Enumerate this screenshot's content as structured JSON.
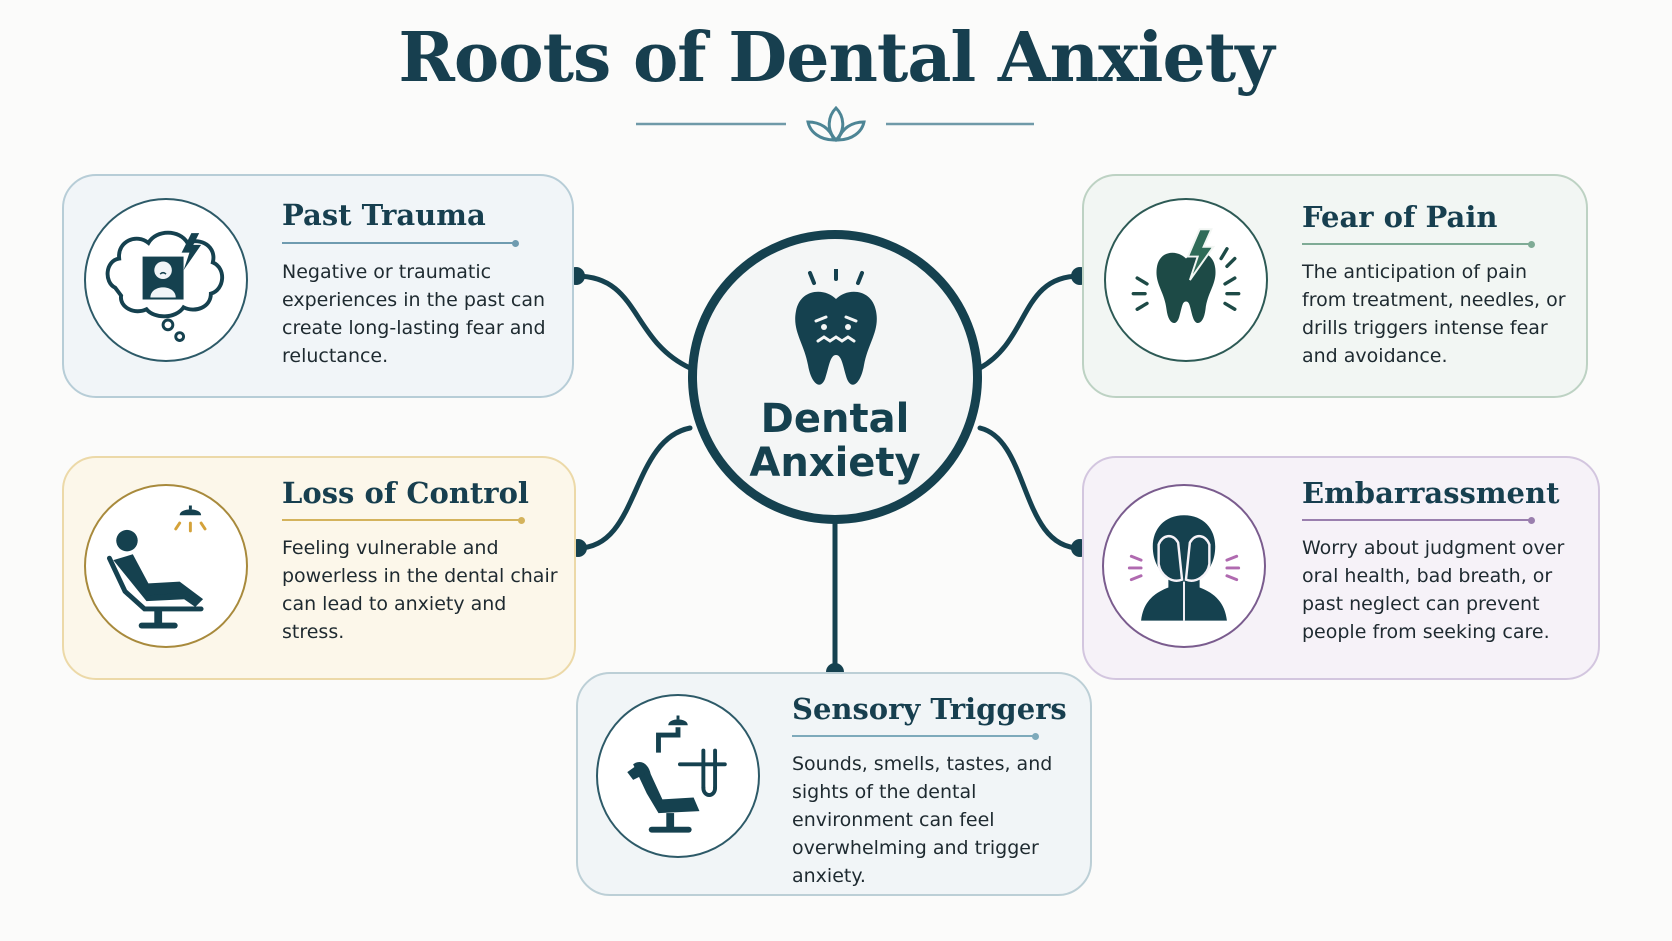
{
  "title": "Roots of Dental Anxiety",
  "hub": {
    "icon": "worried-tooth-icon",
    "line1": "Dental",
    "line2": "Anxiety"
  },
  "cards": {
    "past_trauma": {
      "title": "Past Trauma",
      "text": "Negative or traumatic experiences in the past can create long-lasting fear and reluctance.",
      "icon": "thought-bubble-trauma-icon",
      "accent": "#6f9bb0"
    },
    "fear_of_pain": {
      "title": "Fear of Pain",
      "text": "The anticipation of pain from treatment, needles, or drills triggers intense fear and avoidance.",
      "icon": "painful-tooth-icon",
      "accent": "#7fab95"
    },
    "loss_of_control": {
      "title": "Loss of Control",
      "text": "Feeling vulnerable and powerless in the dental chair can lead to anxiety and stress.",
      "icon": "patient-in-chair-icon",
      "accent": "#d4b35c"
    },
    "embarrassment": {
      "title": "Embarrassment",
      "text": "Worry about judgment over oral health, bad breath, or past neglect can prevent people from seeking care.",
      "icon": "face-in-hands-icon",
      "accent": "#9a7fae"
    },
    "sensory_triggers": {
      "title": "Sensory Triggers",
      "text": "Sounds, smells, tastes, and sights of the dental environment can feel overwhelming and trigger anxiety.",
      "icon": "dental-equipment-icon",
      "accent": "#7eaabb"
    }
  }
}
